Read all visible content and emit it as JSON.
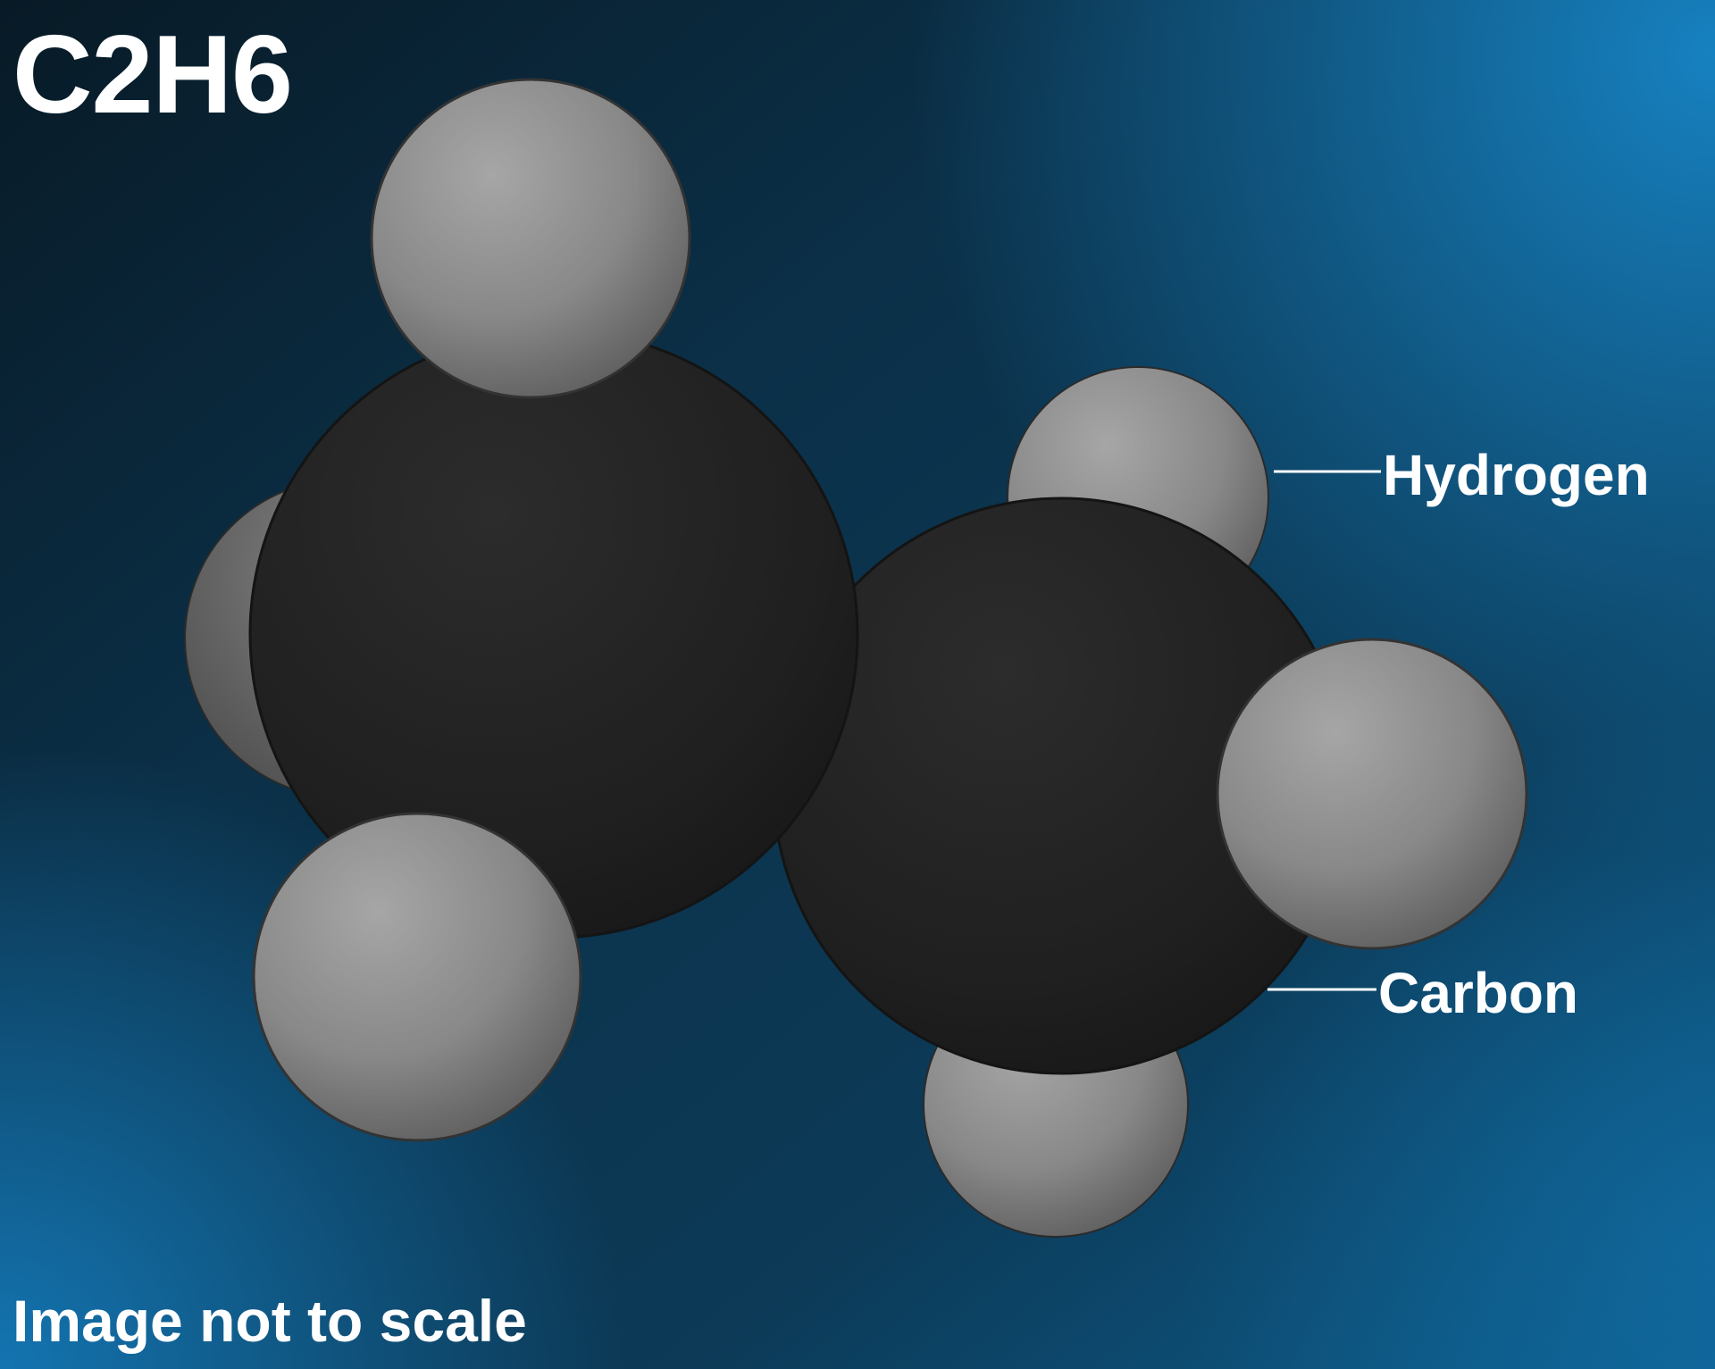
{
  "title": "C2H6",
  "footnote": "Image not to scale",
  "labels": {
    "hydrogen": "Hydrogen",
    "carbon": "Carbon"
  },
  "colors": {
    "background_dark": "#0a1e2b",
    "background_mid": "#0c3550",
    "background_light": "#1580bf",
    "carbon": "#202020",
    "hydrogen": "#8e8e8e",
    "text": "#ffffff"
  },
  "molecule": {
    "formula": "C2H6",
    "atoms": [
      "C",
      "C",
      "H",
      "H",
      "H",
      "H",
      "H",
      "H"
    ]
  }
}
